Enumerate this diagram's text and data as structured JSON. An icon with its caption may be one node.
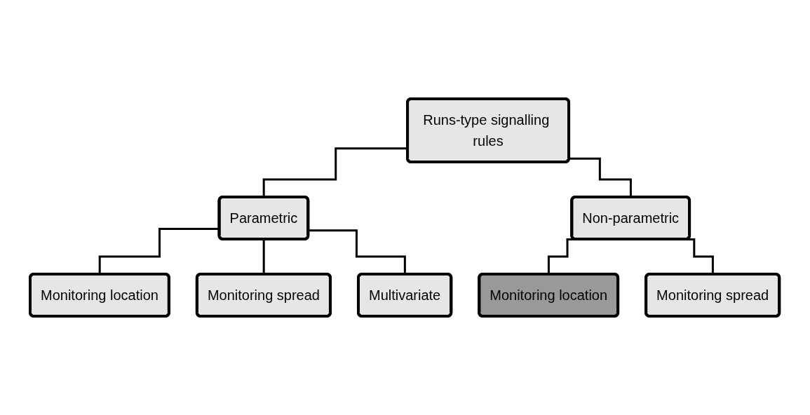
{
  "diagram": {
    "nodes": [
      {
        "text": [
          "Runs-type signalling rules"
        ]
      },
      {
        "text": [
          "Parametric"
        ]
      },
      {
        "text": [
          "Non-parametric"
        ]
      },
      {
        "text": [
          "Monitoring location"
        ]
      },
      {
        "text": [
          "Monitoring spread"
        ]
      },
      {
        "text": [
          "Multivariate"
        ]
      },
      {
        "text": [
          "Monitoring location"
        ]
      },
      {
        "text": [
          "Monitoring spread"
        ]
      }
    ],
    "edges": [
      {
        "from": 0,
        "to": 1,
        "arrow": "none"
      },
      {
        "from": 0,
        "to": 2,
        "arrow": "none"
      },
      {
        "from": 1,
        "to": 3,
        "arrow": "none"
      },
      {
        "from": 1,
        "to": 4,
        "arrow": "none"
      },
      {
        "from": 1,
        "to": 5,
        "arrow": "none"
      },
      {
        "from": 2,
        "to": 6,
        "arrow": "none"
      },
      {
        "from": 2,
        "to": 7,
        "arrow": "none"
      }
    ]
  }
}
